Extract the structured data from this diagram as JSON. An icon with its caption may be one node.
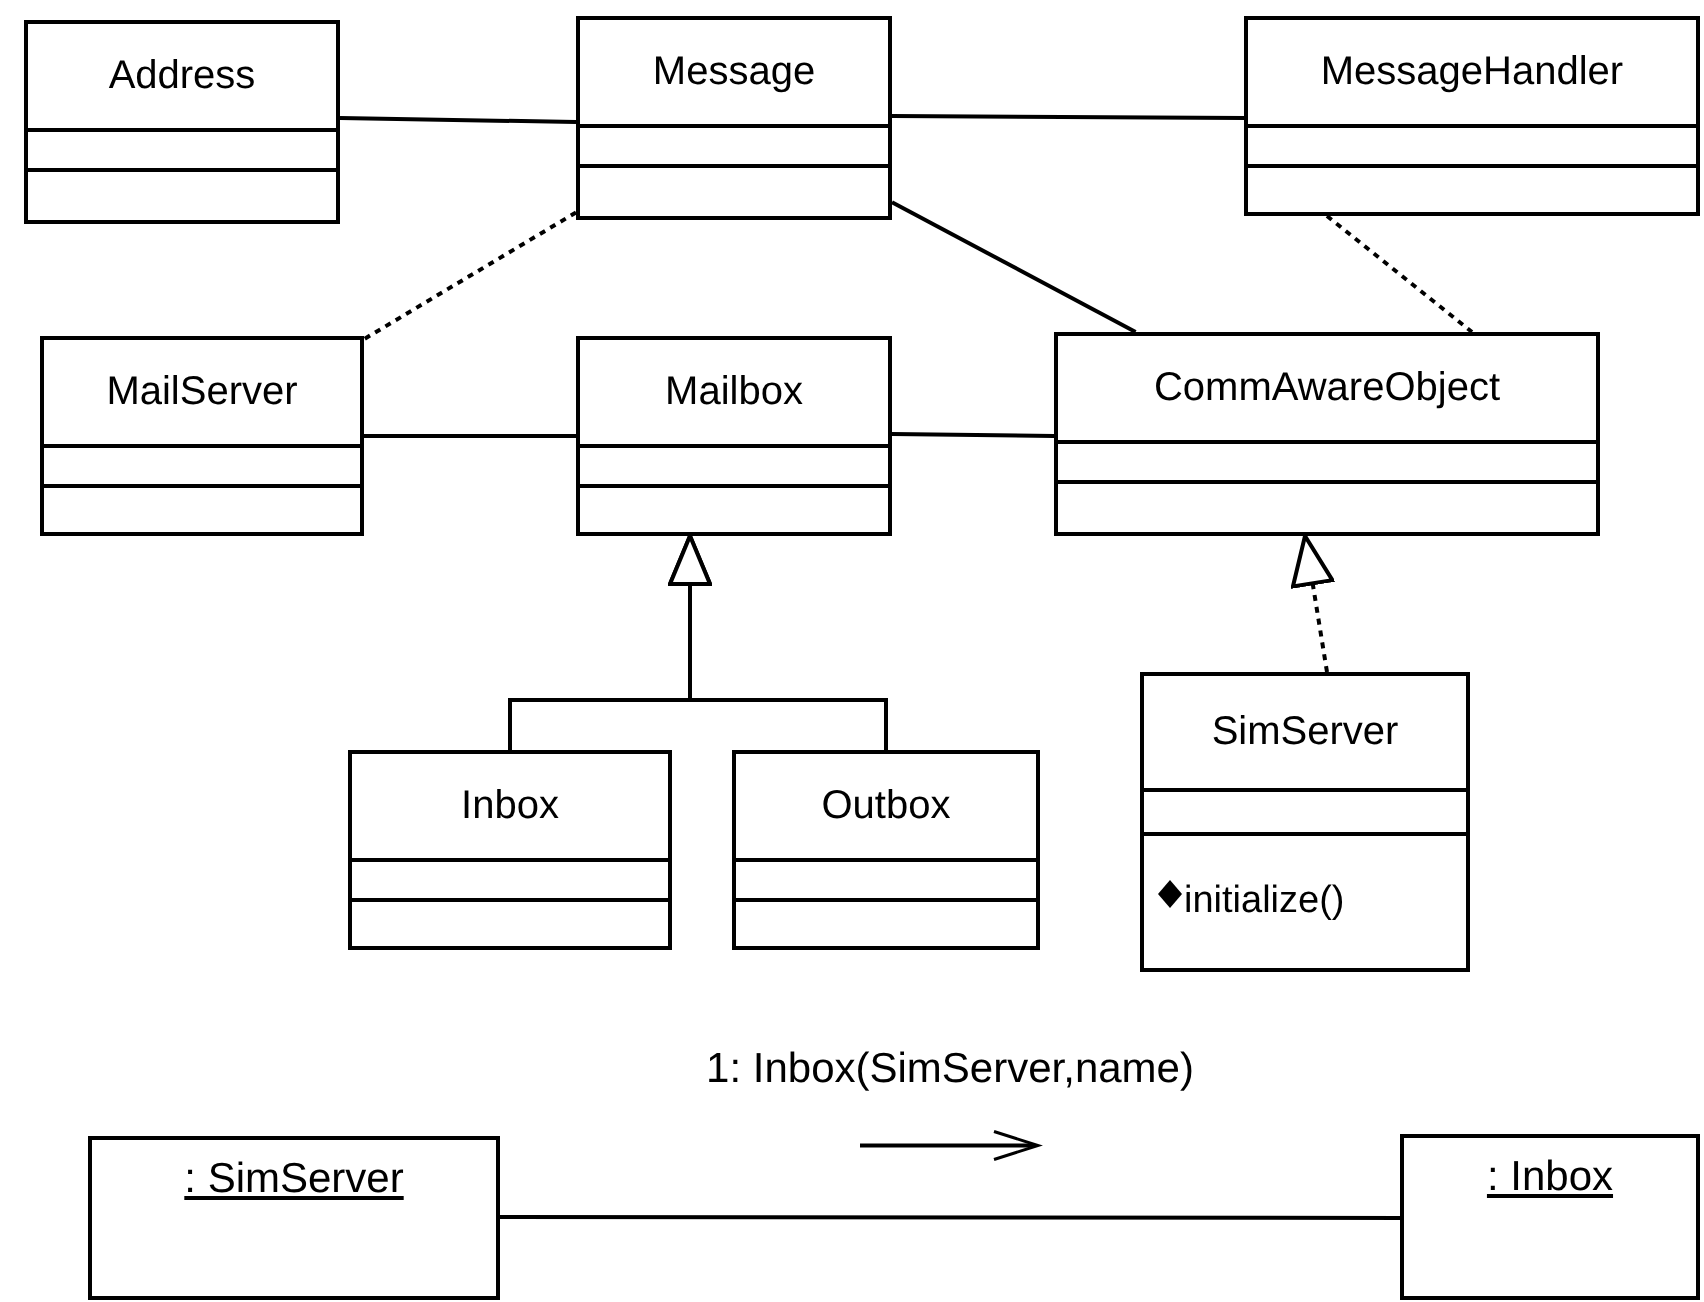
{
  "diagram": {
    "nodes": [
      {
        "text": [
          "Address"
        ]
      },
      {
        "text": [
          "Message"
        ]
      },
      {
        "text": [
          "MessageHandler"
        ]
      },
      {
        "text": [
          "MailServer"
        ]
      },
      {
        "text": [
          "Mailbox"
        ]
      },
      {
        "text": [
          "CommAwareObject"
        ]
      },
      {
        "text": [
          "Inbox"
        ]
      },
      {
        "text": [
          "Outbox"
        ]
      },
      {
        "text": [
          "SimServer",
          "initialize()"
        ]
      },
      {
        "text": [
          ": SimServer"
        ]
      },
      {
        "text": [
          ": Inbox"
        ]
      }
    ],
    "edges": [
      {
        "from": 0,
        "to": 1,
        "arrow": "none"
      },
      {
        "from": 1,
        "to": 2,
        "arrow": "none"
      },
      {
        "from": 1,
        "to": 3,
        "arrow": "none",
        "style": "dashed"
      },
      {
        "from": 1,
        "to": 5,
        "arrow": "none"
      },
      {
        "from": 2,
        "to": 5,
        "arrow": "none",
        "style": "dashed"
      },
      {
        "from": 3,
        "to": 4,
        "arrow": "none"
      },
      {
        "from": 4,
        "to": 5,
        "arrow": "none"
      },
      {
        "from": 6,
        "to": 4,
        "arrow": "to"
      },
      {
        "from": 7,
        "to": 4,
        "arrow": "to"
      },
      {
        "from": 8,
        "to": 5,
        "arrow": "to",
        "style": "dashed"
      },
      {
        "from": 9,
        "to": 10,
        "arrow": "none",
        "label": "1: Inbox(SimServer,name)"
      }
    ]
  }
}
